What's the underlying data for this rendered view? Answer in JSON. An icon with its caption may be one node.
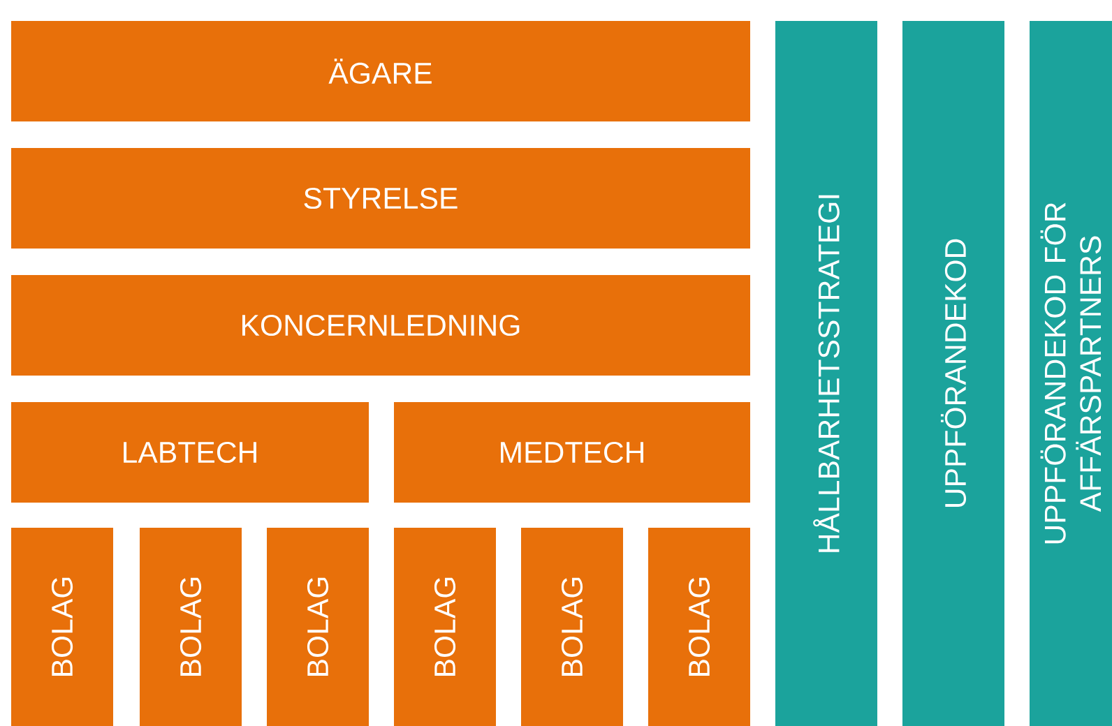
{
  "diagram": {
    "nodes": [
      {
        "text": [
          "ÄGARE"
        ]
      },
      {
        "text": [
          "STYRELSE"
        ]
      },
      {
        "text": [
          "KONCERNLEDNING"
        ]
      },
      {
        "text": [
          "LABTECH"
        ]
      },
      {
        "text": [
          "MEDTECH"
        ]
      },
      {
        "text": [
          "BOLAG"
        ]
      },
      {
        "text": [
          "BOLAG"
        ]
      },
      {
        "text": [
          "BOLAG"
        ]
      },
      {
        "text": [
          "BOLAG"
        ]
      },
      {
        "text": [
          "BOLAG"
        ]
      },
      {
        "text": [
          "BOLAG"
        ]
      },
      {
        "text": [
          "HÅLLBARHETSSTRATEGI"
        ]
      },
      {
        "text": [
          "UPPFÖRANDEKOD"
        ]
      },
      {
        "text": [
          "UPPFÖRANDEKOD FÖR AFFÄRSPARTNERS"
        ]
      }
    ]
  }
}
